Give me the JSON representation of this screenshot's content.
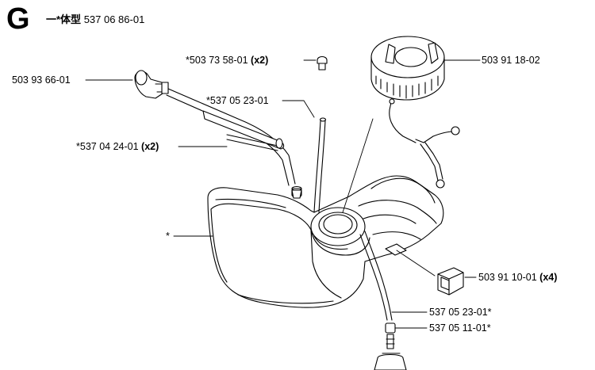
{
  "header": {
    "section_letter": "G",
    "group_name": "一*体型",
    "group_number": "537 06 86-01"
  },
  "callouts": [
    {
      "id": "cap-fuel",
      "part": "503 91 18-02",
      "qty": ""
    },
    {
      "id": "vent-valve",
      "part": "*503 73 58-01",
      "qty": "(x2)"
    },
    {
      "id": "hose-upper",
      "part": "*537 05 23-01",
      "qty": ""
    },
    {
      "id": "grommet",
      "part": "503 93 66-01",
      "qty": ""
    },
    {
      "id": "hose-short",
      "part": "*537 04 24-01",
      "qty": "(x2)"
    },
    {
      "id": "tank",
      "part": "*",
      "qty": ""
    },
    {
      "id": "damper",
      "part": "503 91 10-01",
      "qty": "(x4)"
    },
    {
      "id": "hose-lower",
      "part": "537 05 23-01*",
      "qty": ""
    },
    {
      "id": "filter",
      "part": "537 05 11-01*",
      "qty": ""
    }
  ]
}
